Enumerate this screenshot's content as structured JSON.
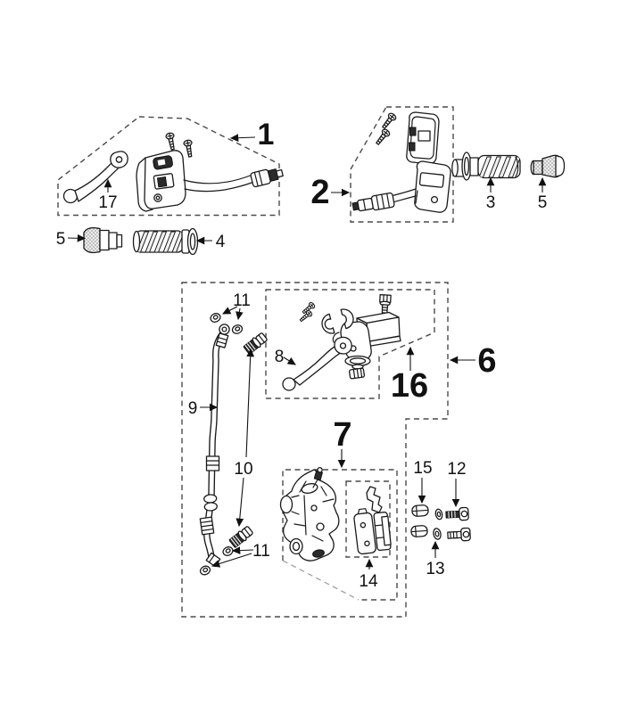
{
  "diagram": {
    "background": "#ffffff",
    "line_color": "#1a1a1a",
    "dash_color": "#4a4a4a",
    "callouts": {
      "c1": "1",
      "c2": "2",
      "c3": "3",
      "c4": "4",
      "c5_left": "5",
      "c5_right": "5",
      "c6": "6",
      "c7": "7",
      "c8": "8",
      "c9": "9",
      "c10": "10",
      "c11_top": "11",
      "c11_bottom": "11",
      "c12": "12",
      "c13": "13",
      "c14": "14",
      "c15": "15",
      "c16": "16",
      "c17": "17"
    }
  }
}
